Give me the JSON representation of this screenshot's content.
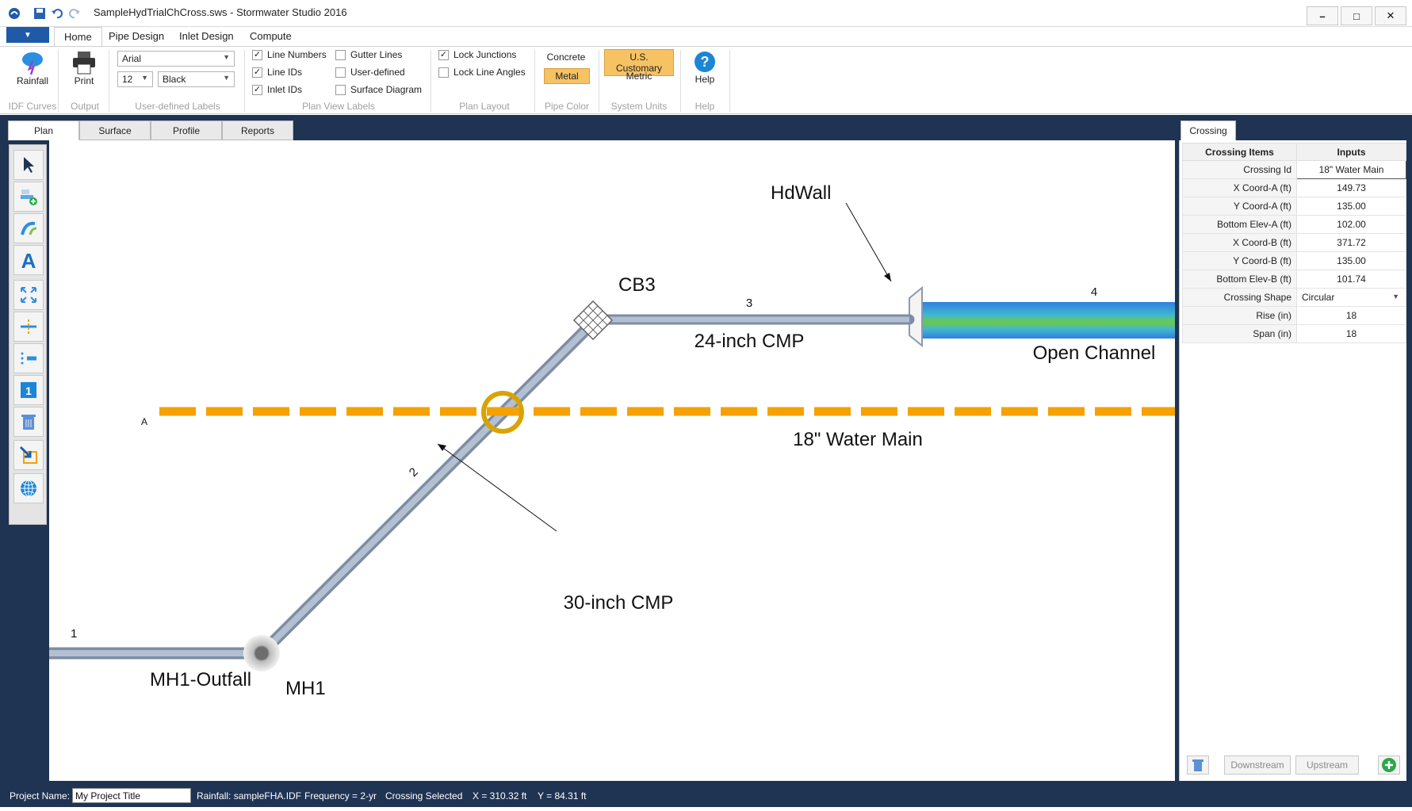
{
  "window": {
    "title": "SampleHydTrialChCross.sws - Stormwater Studio 2016",
    "min": "–",
    "max": "□",
    "close": "✕"
  },
  "ribbon_tabs": [
    "Home",
    "Pipe Design",
    "Inlet Design",
    "Compute"
  ],
  "ribbon": {
    "rainfall": "Rainfall",
    "print": "Print",
    "font_name": "Arial",
    "font_size": "12",
    "font_color": "Black",
    "checks_col1": [
      {
        "label": "Line Numbers",
        "checked": true
      },
      {
        "label": "Line IDs",
        "checked": true
      },
      {
        "label": "Inlet IDs",
        "checked": true
      }
    ],
    "checks_col2": [
      {
        "label": "Gutter Lines",
        "checked": false
      },
      {
        "label": "User-defined",
        "checked": false
      },
      {
        "label": "Surface Diagram",
        "checked": false
      }
    ],
    "checks_col3": [
      {
        "label": "Lock Junctions",
        "checked": true
      },
      {
        "label": "Lock Line Angles",
        "checked": false
      }
    ],
    "pipe_color": {
      "concrete": "Concrete",
      "metal": "Metal"
    },
    "units": {
      "us": "U.S. Customary",
      "metric": "Metric"
    },
    "help": "Help",
    "groups": [
      "IDF Curves",
      "Output",
      "User-defined Labels",
      "Plan View Labels",
      "Plan Layout",
      "Pipe Color",
      "System Units",
      "Help"
    ]
  },
  "doc_tabs": [
    "Plan",
    "Surface",
    "Profile",
    "Reports"
  ],
  "plan": {
    "labels": {
      "hdwall": "HdWall",
      "cb3": "CB3",
      "line3": "3",
      "line4": "4",
      "cmp24": "24-inch CMP",
      "open_channel": "Open Channel",
      "a_marker": "A",
      "water_main": "18\" Water Main",
      "line2": "2",
      "cmp30": "30-inch CMP",
      "line1": "1",
      "outfall": "MH1-Outfall",
      "mh1": "MH1"
    },
    "colors": {
      "pipe": "#a3b1c4",
      "water_main": "#f5a100",
      "crossing": "#d9a300"
    }
  },
  "crossing_panel": {
    "tab": "Crossing",
    "col1": "Crossing Items",
    "col2": "Inputs",
    "rows": [
      {
        "label": "Crossing Id",
        "value": "18\" Water Main"
      },
      {
        "label": "X Coord-A (ft)",
        "value": "149.73"
      },
      {
        "label": "Y Coord-A (ft)",
        "value": "135.00"
      },
      {
        "label": "Bottom Elev-A (ft)",
        "value": "102.00"
      },
      {
        "label": "X Coord-B (ft)",
        "value": "371.72"
      },
      {
        "label": "Y Coord-B (ft)",
        "value": "135.00"
      },
      {
        "label": "Bottom Elev-B (ft)",
        "value": "101.74"
      },
      {
        "label": "Crossing Shape",
        "value": "Circular"
      },
      {
        "label": "Rise (in)",
        "value": "18"
      },
      {
        "label": "Span (in)",
        "value": "18"
      }
    ],
    "downstream": "Downstream",
    "upstream": "Upstream"
  },
  "status": {
    "project_label": "Project Name:",
    "project_value": "My Project Title",
    "rainfall": "Rainfall: sampleFHA.IDF",
    "frequency": "Frequency = 2-yr",
    "selected": "Crossing Selected",
    "x": "X = 310.32 ft",
    "y": "Y = 84.31 ft"
  }
}
